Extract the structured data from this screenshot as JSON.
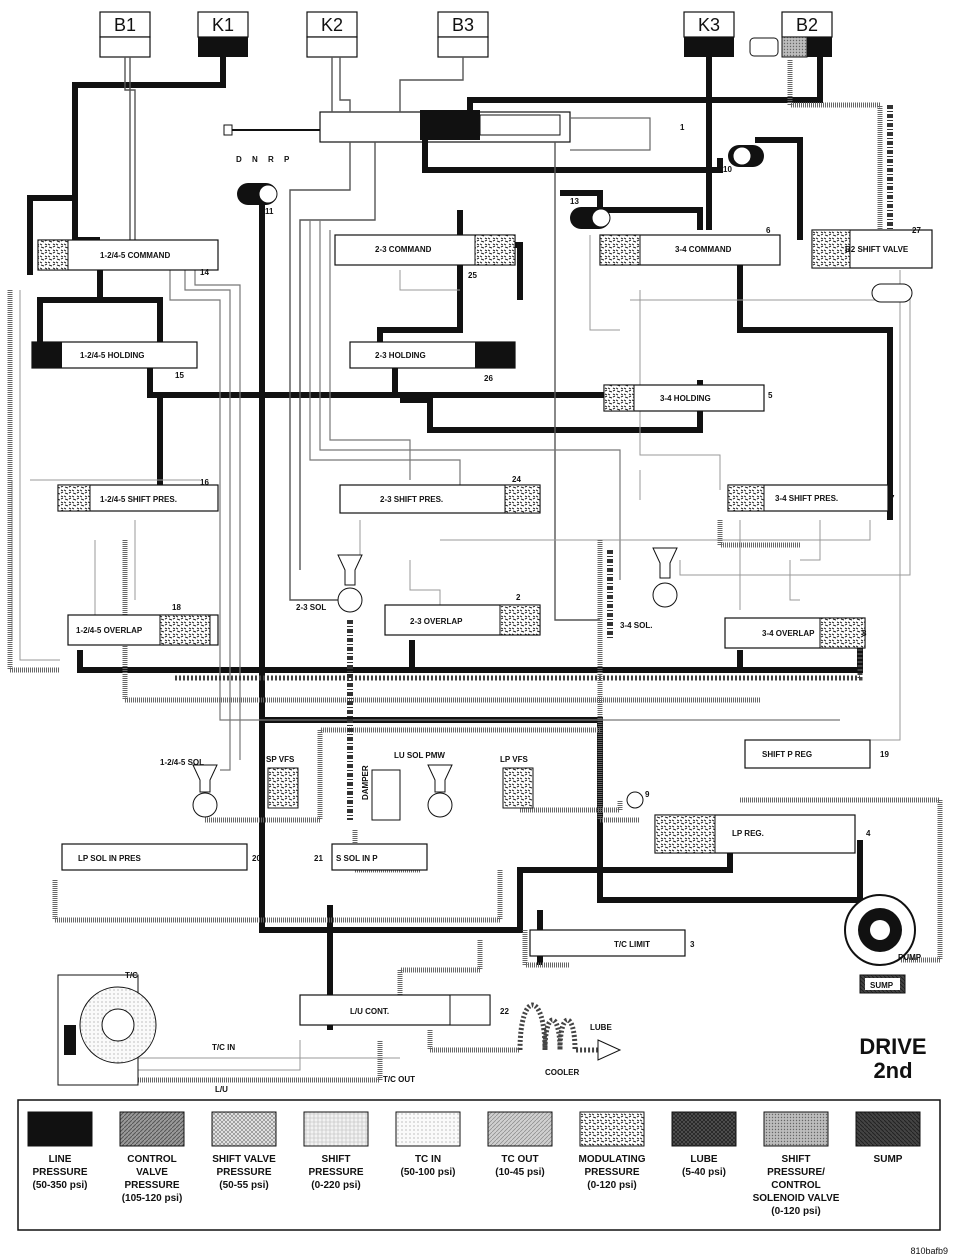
{
  "clutches": [
    {
      "id": "b1",
      "label": "B1",
      "filled": false
    },
    {
      "id": "k1",
      "label": "K1",
      "filled": true
    },
    {
      "id": "k2",
      "label": "K2",
      "filled": false
    },
    {
      "id": "b3",
      "label": "B3",
      "filled": false
    },
    {
      "id": "k3",
      "label": "K3",
      "filled": true
    },
    {
      "id": "b2",
      "label": "B2",
      "filled": true
    }
  ],
  "manual_valve": {
    "number": "1",
    "positions": [
      "D",
      "N",
      "R",
      "P"
    ]
  },
  "valves": {
    "cmd_1245": "1-2/4-5 COMMAND",
    "cmd_1245_num": "14",
    "cmd_23": "2-3 COMMAND",
    "cmd_23_num": "25",
    "cmd_34": "3-4 COMMAND",
    "cmd_34_num": "6",
    "b2_shift": "B2 SHIFT VALVE",
    "b2_shift_num": "27",
    "hold_1245": "1-2/4-5 HOLDING",
    "hold_1245_num": "15",
    "hold_23": "2-3 HOLDING",
    "hold_23_num": "26",
    "hold_34": "3-4 HOLDING",
    "hold_34_num": "5",
    "sp_1245": "1-2/4-5 SHIFT PRES.",
    "sp_1245_num": "16",
    "sp_23": "2-3 SHIFT PRES.",
    "sp_23_num": "24",
    "sp_34": "3-4 SHIFT PRES.",
    "sp_34_num": "7",
    "ov_1245": "1-2/4-5 OVERLAP",
    "ov_1245_num": "18",
    "ov_23": "2-3 OVERLAP",
    "ov_23_num": "2",
    "ov_34": "3-4 OVERLAP",
    "ov_34_num": "8",
    "shift_p_reg": "SHIFT P REG",
    "shift_p_reg_num": "19",
    "lp_reg": "LP REG.",
    "lp_reg_num": "4",
    "lp_sol_in": "LP SOL IN PRES",
    "lp_sol_in_num": "20",
    "s_sol_in": "S SOL IN P",
    "s_sol_in_num": "21",
    "tc_limit": "T/C LIMIT",
    "tc_limit_num": "3",
    "lu_cont": "L/U CONT.",
    "lu_cont_num": "22"
  },
  "check_balls": {
    "c10": "10",
    "c11": "11",
    "c13": "13",
    "c9": "9"
  },
  "solenoids": {
    "sol_23": "2-3 SOL",
    "sol_34": "3-4 SOL.",
    "sol_1245": "1-2/4-5 SOL",
    "sp_vfs": "SP VFS",
    "lu_sol": "LU SOL PMW",
    "damper": "DAMPER",
    "lp_vfs": "LP VFS"
  },
  "misc": {
    "tc": "T/C",
    "tc_in": "T/C IN",
    "tc_out": "T/C OUT",
    "lu": "L/U",
    "lube": "LUBE",
    "cooler": "COOLER",
    "pump": "PUMP",
    "sump": "SUMP"
  },
  "mode": {
    "line1": "DRIVE",
    "line2": "2nd"
  },
  "legend": [
    {
      "id": "line",
      "label": [
        "LINE",
        "PRESSURE",
        "(50-350 psi)"
      ]
    },
    {
      "id": "control",
      "label": [
        "CONTROL",
        "VALVE",
        "PRESSURE",
        "(105-120 psi)"
      ]
    },
    {
      "id": "shiftvalve",
      "label": [
        "SHIFT VALVE",
        "PRESSURE",
        "(50-55 psi)"
      ]
    },
    {
      "id": "shift",
      "label": [
        "SHIFT",
        "PRESSURE",
        "(0-220 psi)"
      ]
    },
    {
      "id": "tcin",
      "label": [
        "TC IN",
        "(50-100 psi)"
      ]
    },
    {
      "id": "tcout",
      "label": [
        "TC OUT",
        "(10-45 psi)"
      ]
    },
    {
      "id": "modulating",
      "label": [
        "MODULATING",
        "PRESSURE",
        "(0-120 psi)"
      ]
    },
    {
      "id": "lube",
      "label": [
        "LUBE",
        "(5-40 psi)"
      ]
    },
    {
      "id": "spcsv",
      "label": [
        "SHIFT",
        "PRESSURE/",
        "CONTROL",
        "SOLENOID VALVE",
        "(0-120 psi)"
      ]
    },
    {
      "id": "sump",
      "label": [
        "SUMP"
      ]
    }
  ],
  "figure_code": "810bafb9",
  "colors": {
    "line": "#111111",
    "background": "#ffffff"
  }
}
